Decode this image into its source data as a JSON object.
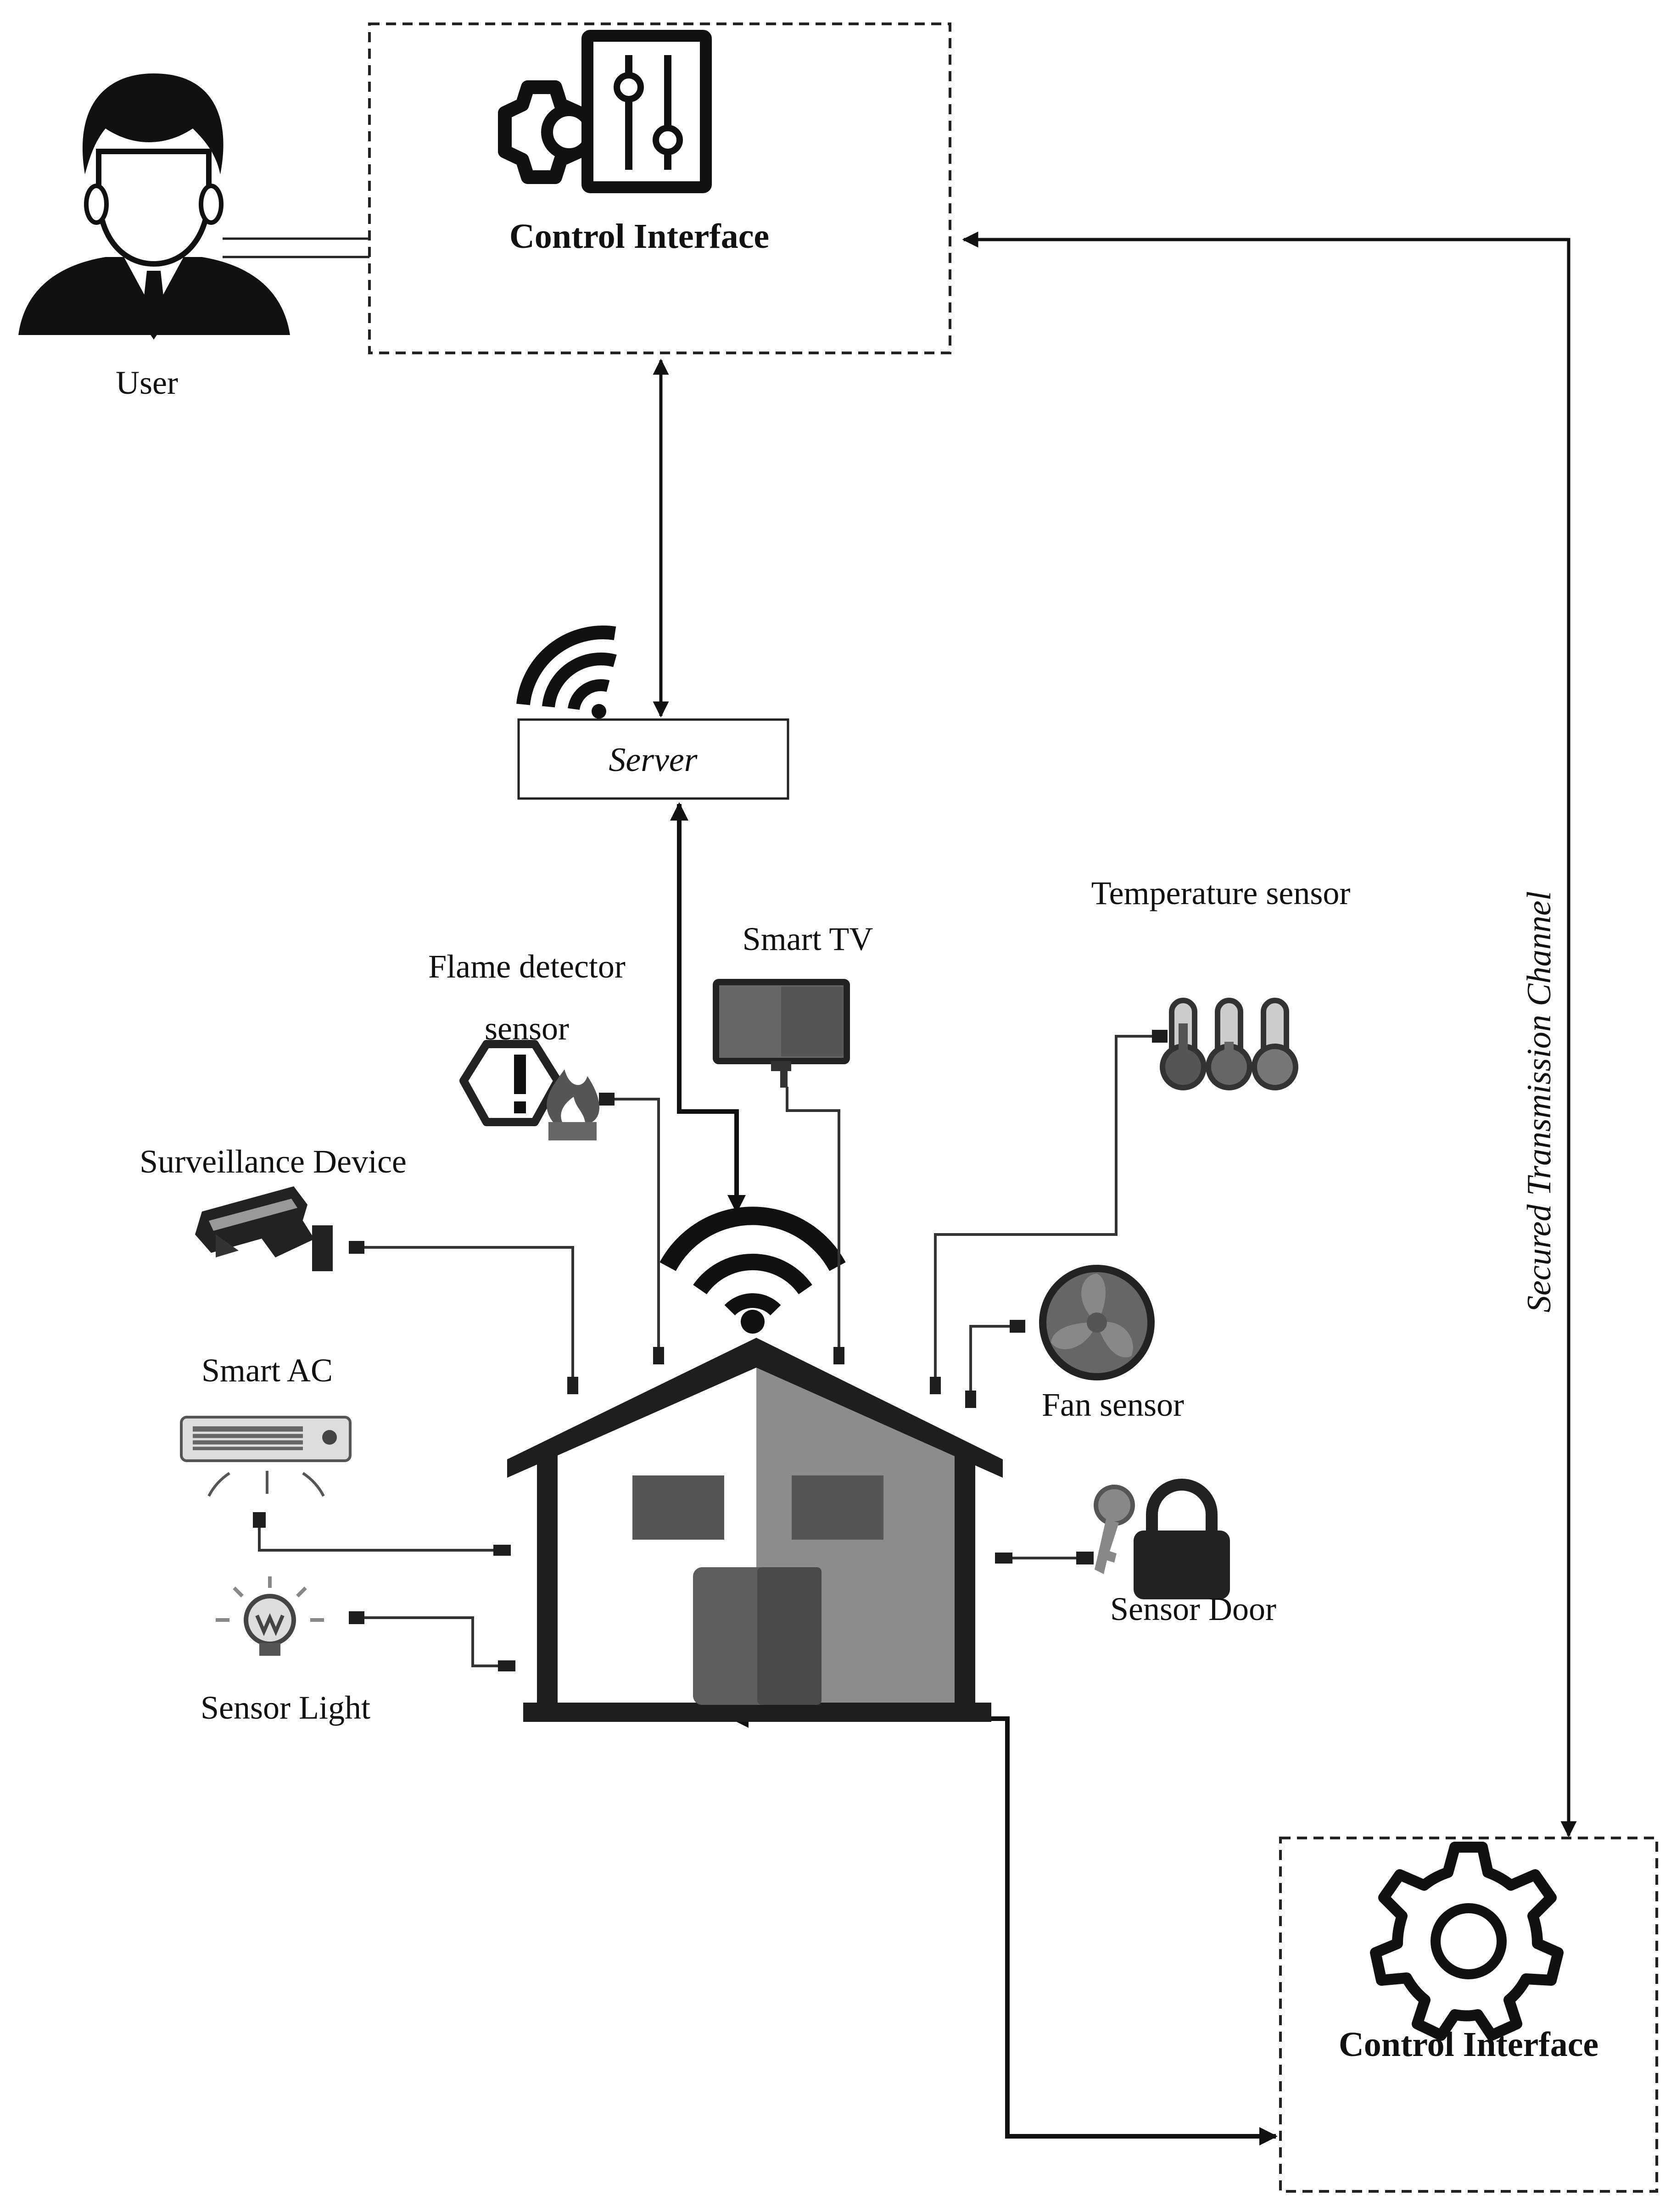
{
  "top_interface": {
    "label": "Control Interface"
  },
  "bottom_interface": {
    "label": "Control Interface"
  },
  "user": {
    "label": "User"
  },
  "server": {
    "label": "Server"
  },
  "channel": {
    "label": "Secured Transmission Channel"
  },
  "devices": {
    "temperature": "Temperature sensor",
    "smart_tv": "Smart TV",
    "flame_line1": "Flame detector",
    "flame_line2": "sensor",
    "surveillance": "Surveillance Device",
    "smart_ac": "Smart AC",
    "fan": "Fan sensor",
    "door": "Sensor Door",
    "light": "Sensor Light"
  },
  "icons": {
    "user": "user-avatar-icon",
    "control_sliders": "sliders-gear-icon",
    "control_gear": "gear-icon",
    "server_wifi": "wifi-icon",
    "house_wifi": "wifi-icon",
    "house": "house-icon",
    "thermometers": "thermometer-icon",
    "tv": "tv-icon",
    "flame": "flame-warning-icon",
    "camera": "cctv-camera-icon",
    "ac": "air-conditioner-icon",
    "fan": "fan-icon",
    "lock": "padlock-key-icon",
    "bulb": "lightbulb-icon"
  }
}
